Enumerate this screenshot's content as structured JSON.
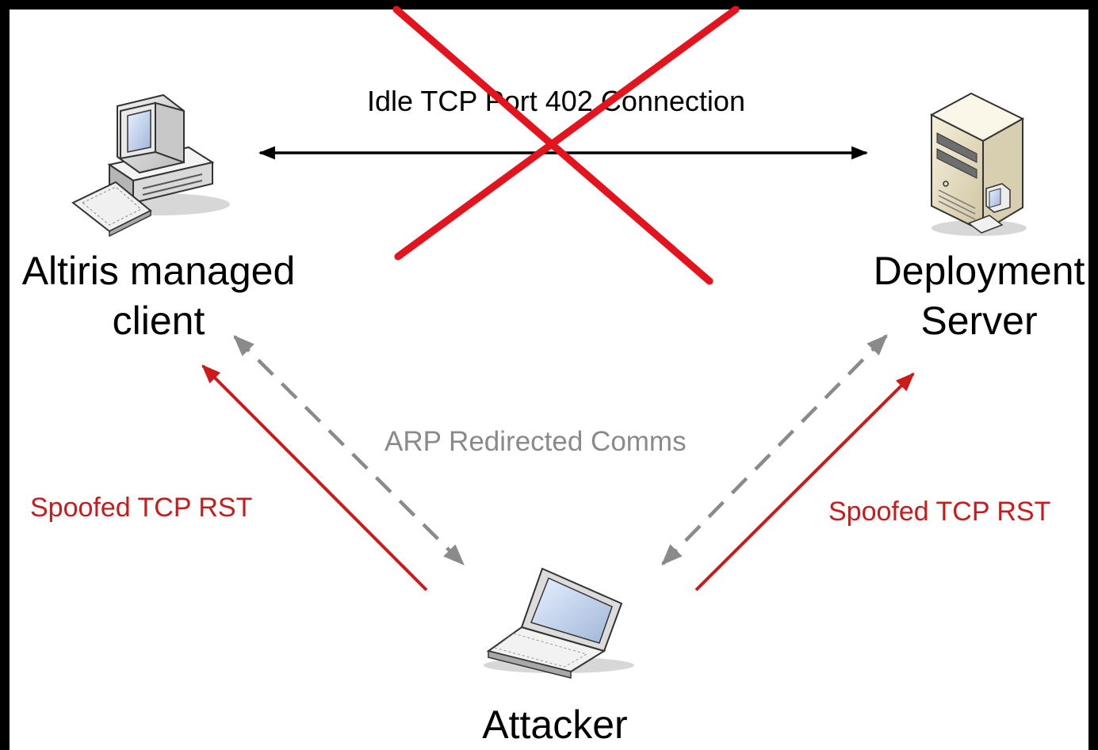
{
  "colors": {
    "background": "#ffffff",
    "frame": "#000000",
    "text": "#000000",
    "rst": "#cc1a1a",
    "cross": "#e3141e",
    "arp": "#8a8a8a"
  },
  "nodes": {
    "client": {
      "label_line1": "Altiris managed",
      "label_line2": "client",
      "icon": "desktop-computer-icon"
    },
    "server": {
      "label_line1": "Deployment",
      "label_line2": "Server",
      "icon": "server-tower-icon"
    },
    "attacker": {
      "label": "Attacker",
      "icon": "laptop-icon"
    }
  },
  "edges": {
    "idle_connection": {
      "label": "Idle TCP Port 402 Connection",
      "status": "broken"
    },
    "arp": {
      "label": "ARP Redirected Comms"
    },
    "rst_client": {
      "label": "Spoofed TCP RST"
    },
    "rst_server": {
      "label": "Spoofed TCP RST"
    }
  }
}
